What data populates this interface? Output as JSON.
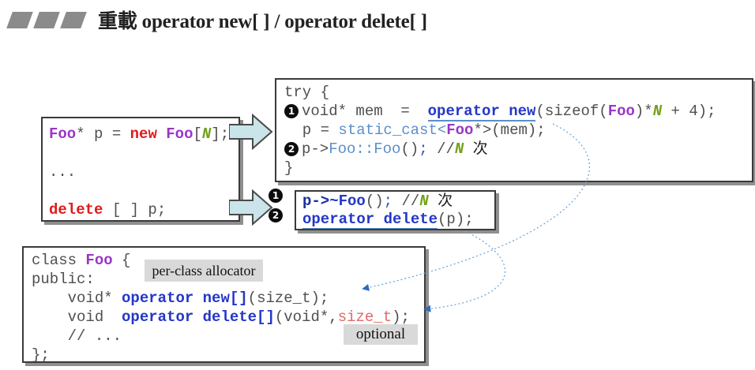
{
  "title": "重載 operator new[ ] / operator delete[ ]",
  "badges": {
    "b1": "1",
    "b2": "2"
  },
  "labels": {
    "per_class_allocator": "per-class allocator",
    "optional": "optional"
  },
  "colors": {
    "type_purple": "#9a35c8",
    "keyword_red": "#e01b1b",
    "n_green": "#73a11c",
    "keyword_blue": "#2436c8",
    "cast_steelblue": "#5b8fc9",
    "size_t_red": "#e06a6a",
    "code_gray": "#4f4f4f",
    "block_arrow_fill": "#c9e5e9",
    "dotted_arrow": "#6fa8dc",
    "label_bg": "#d9d9d9",
    "bullet_gray": "#8b8b8b"
  },
  "boxes": {
    "source": {
      "lines": [
        {
          "t": [
            [
              "Foo",
              "p"
            ],
            [
              "* p = ",
              "d"
            ],
            [
              "new",
              "r"
            ],
            [
              " ",
              "d"
            ],
            [
              "Foo",
              "p"
            ],
            [
              "[",
              "d"
            ],
            [
              "N",
              "g"
            ],
            [
              "];",
              "d"
            ]
          ]
        },
        {
          "t": [
            [
              "...",
              "d"
            ]
          ]
        },
        {
          "t": [
            [
              "delete",
              "r"
            ],
            [
              " [ ] p;",
              "d"
            ]
          ]
        }
      ]
    },
    "try_block": {
      "lines": [
        {
          "t": [
            [
              "try {",
              "d"
            ]
          ]
        },
        {
          "b": "1",
          "t": [
            [
              "void* mem  =  ",
              "d"
            ],
            [
              "operator new",
              "bu"
            ],
            [
              "(sizeof(",
              "d"
            ],
            [
              "Foo",
              "p"
            ],
            [
              ")*",
              "d"
            ],
            [
              "N",
              "g"
            ],
            [
              " + 4);",
              "d"
            ]
          ]
        },
        {
          "t": [
            [
              "  p = ",
              "d"
            ],
            [
              "static_cast",
              "sb"
            ],
            [
              "<",
              "sb"
            ],
            [
              "Foo",
              "p"
            ],
            [
              "*>",
              "d"
            ],
            [
              "(mem);",
              "d"
            ]
          ]
        },
        {
          "b": "2",
          "t": [
            [
              "p->",
              "d"
            ],
            [
              "Foo::Foo",
              "sb"
            ],
            [
              "()",
              "d"
            ],
            [
              "; ",
              "bs"
            ],
            [
              "//",
              "d"
            ],
            [
              "N",
              "g"
            ],
            [
              " 次",
              "blk"
            ]
          ]
        },
        {
          "t": [
            [
              "}",
              "d"
            ]
          ]
        }
      ]
    },
    "delete_calls": {
      "lines": [
        {
          "t": [
            [
              "p->",
              "nv"
            ],
            [
              "~Foo",
              "b"
            ],
            [
              "()",
              "d"
            ],
            [
              "; ",
              "bs"
            ],
            [
              "//",
              "d"
            ],
            [
              "N",
              "g"
            ],
            [
              " 次",
              "blk"
            ]
          ]
        },
        {
          "t": [
            [
              "operator delete",
              "bu"
            ],
            [
              "(p);",
              "d"
            ]
          ]
        }
      ]
    },
    "class_def": {
      "lines": [
        {
          "t": [
            [
              "class ",
              "d"
            ],
            [
              "Foo",
              "p"
            ],
            [
              " {",
              "d"
            ]
          ]
        },
        {
          "t": [
            [
              "public:",
              "d"
            ]
          ]
        },
        {
          "t": [
            [
              "    void* ",
              "d"
            ],
            [
              "operator new[]",
              "b"
            ],
            [
              "(size_t);",
              "d"
            ]
          ]
        },
        {
          "t": [
            [
              "    void  ",
              "d"
            ],
            [
              "operator delete[]",
              "b"
            ],
            [
              "(void*,",
              "d"
            ],
            [
              "size_t",
              "sal"
            ],
            [
              ");",
              "d"
            ]
          ]
        },
        {
          "t": [
            [
              "    // ...",
              "d"
            ]
          ]
        },
        {
          "t": [
            [
              "};",
              "d"
            ]
          ]
        }
      ]
    }
  }
}
